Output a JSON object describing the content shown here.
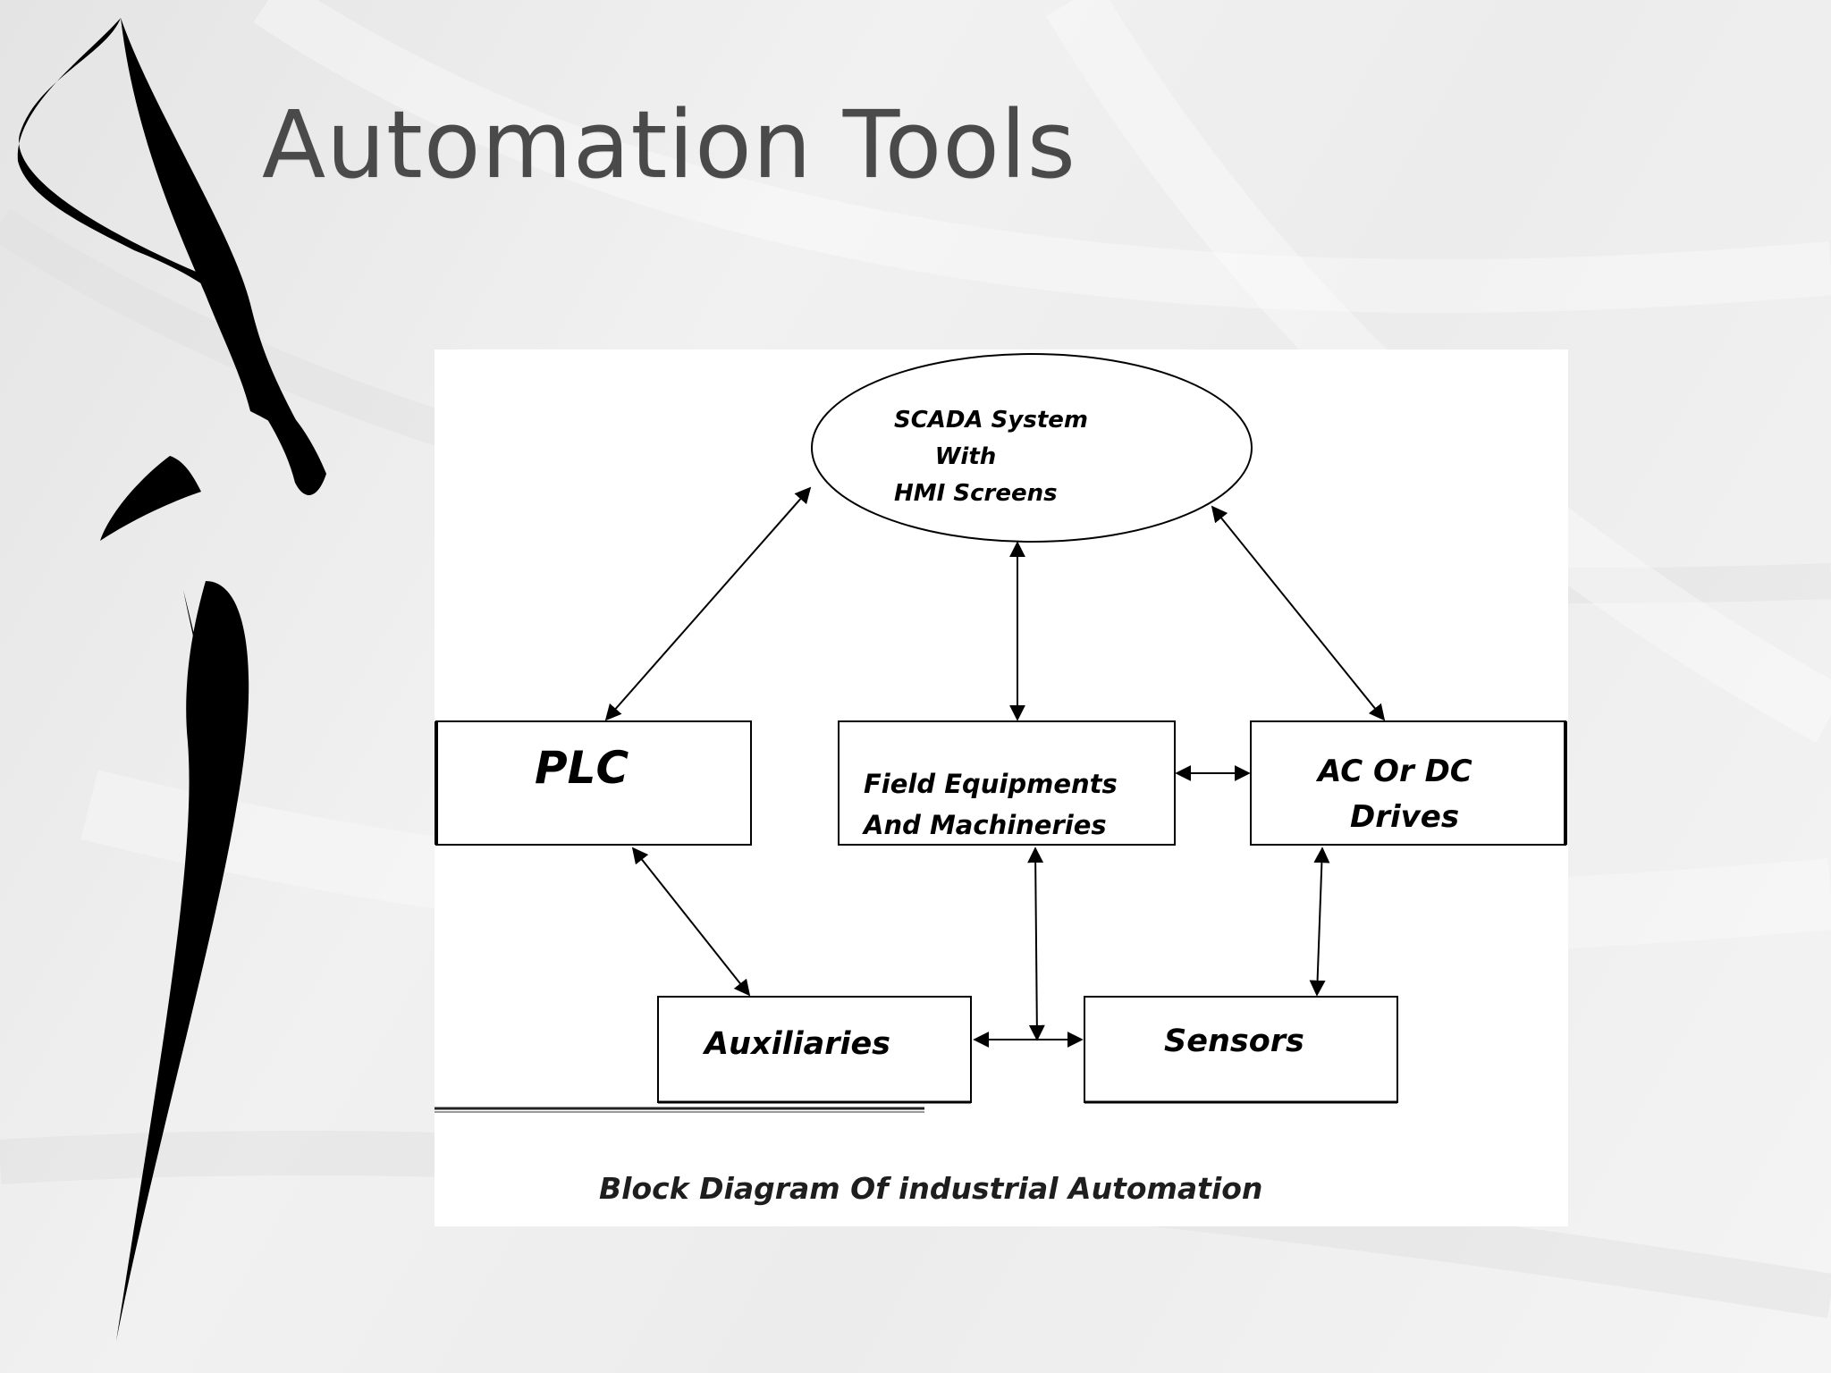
{
  "slide": {
    "title": "Automation Tools"
  },
  "diagram": {
    "nodes": {
      "scada": {
        "lines": [
          "SCADA System",
          "With",
          "HMI Screens"
        ]
      },
      "plc": {
        "label": "PLC"
      },
      "field": {
        "lines": [
          "Field Equipments",
          "And Machineries"
        ]
      },
      "drives": {
        "lines": [
          "AC Or DC",
          "Drives"
        ]
      },
      "auxiliaries": {
        "label": "Auxiliaries"
      },
      "sensors": {
        "label": "Sensors"
      }
    },
    "caption": "Block Diagram Of industrial Automation",
    "connections": [
      {
        "from": "SCADA System",
        "to": "PLC",
        "bidirectional": true
      },
      {
        "from": "SCADA System",
        "to": "Field Equipments And Machineries",
        "bidirectional": true
      },
      {
        "from": "SCADA System",
        "to": "AC Or DC Drives",
        "bidirectional": true
      },
      {
        "from": "Field Equipments And Machineries",
        "to": "AC Or DC Drives",
        "bidirectional": true
      },
      {
        "from": "PLC",
        "to": "Auxiliaries",
        "bidirectional": true
      },
      {
        "from": "Field Equipments And Machineries",
        "to": "Auxiliaries / Sensors",
        "bidirectional": true
      },
      {
        "from": "Auxiliaries",
        "to": "Sensors",
        "bidirectional": true
      },
      {
        "from": "AC Or DC Drives",
        "to": "Sensors",
        "bidirectional": true
      }
    ]
  },
  "colors": {
    "title_text": "#4a4a4a",
    "diagram_ink": "#000000",
    "panel_background": "#ffffff"
  }
}
